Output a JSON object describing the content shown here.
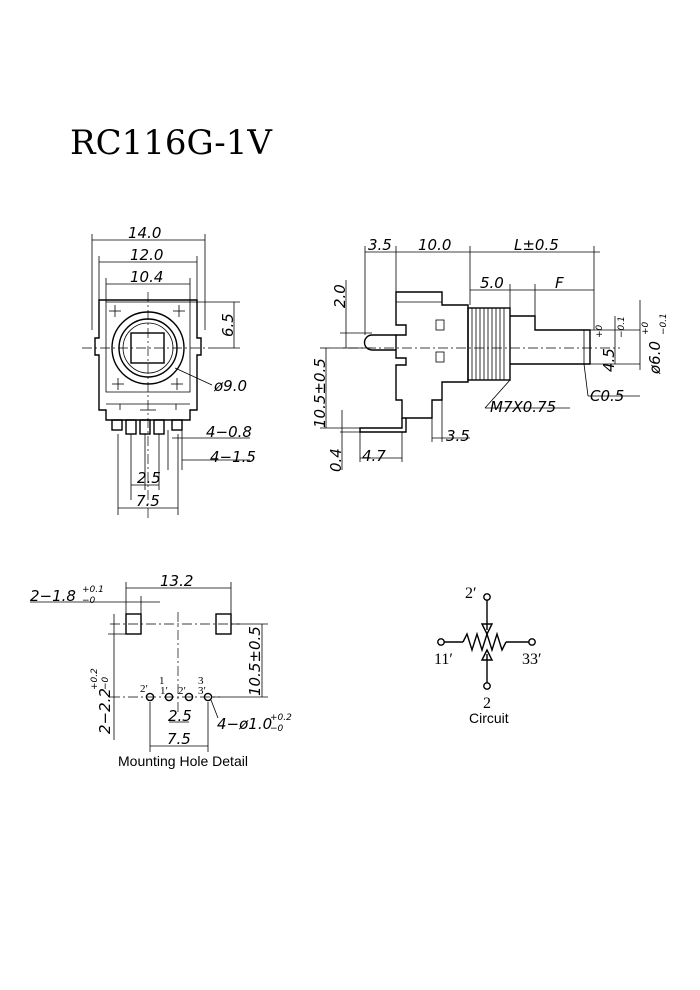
{
  "title": "RC116G-1V",
  "front_view": {
    "dims": {
      "w14": "14.0",
      "w12": "12.0",
      "w104": "10.4",
      "h65": "6.5",
      "dia9": "ø9.0",
      "pins08": "4−0.8",
      "pins15": "4−1.5",
      "p25": "2.5",
      "p75": "7.5"
    }
  },
  "side_view": {
    "dims": {
      "d35": "3.5",
      "d100": "10.0",
      "dL": "L±0.5",
      "d50": "5.0",
      "dF": "F",
      "d20": "2.0",
      "d105": "10.5±0.5",
      "d45": "4.5",
      "d45tol_top": "+0",
      "d45tol_bot": "−0.1",
      "d60": "ø6.0",
      "d60tol_top": "+0",
      "d60tol_bot": "−0.1",
      "thread": "M7X0.75",
      "chamfer": "C0.5",
      "d35b": "3.5",
      "d04": "0.4",
      "d47": "4.7"
    }
  },
  "mounting": {
    "caption": "Mounting Hole Detail",
    "dims": {
      "d132": "13.2",
      "slot": "2−1.8",
      "slot_tol_top": "+0.1",
      "slot_tol_bot": "−0",
      "d105": "10.5±0.5",
      "slot_h": "2−2.2",
      "slot_h_tol_top": "+0.2",
      "slot_h_tol_bot": "−0",
      "p25": "2.5",
      "p75": "7.5",
      "holes": "4−ø1.0",
      "holes_tol_top": "+0.2",
      "holes_tol_bot": "−0"
    },
    "pin_labels": [
      "2′",
      "1",
      "1′",
      "2′",
      "3",
      "3′"
    ]
  },
  "circuit": {
    "caption": "Circuit",
    "labels": {
      "top": "2′",
      "left": "11′",
      "right": "33′",
      "bottom": "2"
    }
  }
}
